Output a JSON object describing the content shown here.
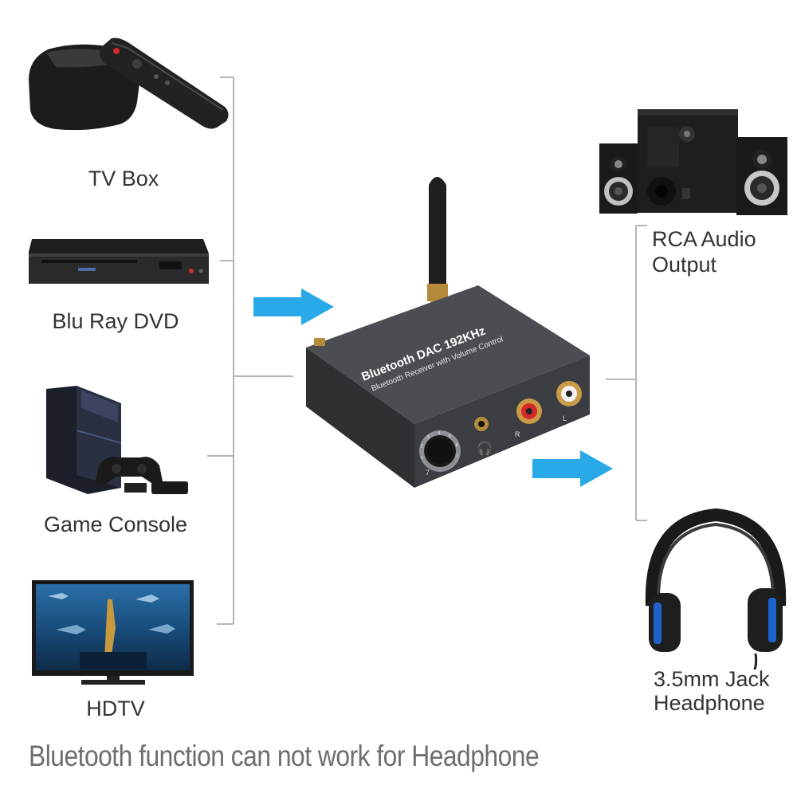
{
  "sources": [
    {
      "label": "TV Box"
    },
    {
      "label": "Blu Ray DVD"
    },
    {
      "label": "Game Console"
    },
    {
      "label": "HDTV"
    }
  ],
  "outputs": [
    {
      "label_line1": "RCA Audio",
      "label_line2": "Output"
    },
    {
      "label_line1": "3.5mm Jack",
      "label_line2": "Headphone"
    }
  ],
  "device": {
    "title": "Bluetooth DAC 192KHz",
    "subtitle": "Bluetooth Receiver with Volume Control",
    "port_r": "R",
    "port_l": "L",
    "knob_marks": [
      "1",
      "2",
      "3",
      "4",
      "5",
      "6",
      "7"
    ],
    "knob_max": "7"
  },
  "footer": {
    "text": "Bluetooth function can not work for Headphone"
  },
  "colors": {
    "arrow": "#29a9e8",
    "line": "#b5b5b5",
    "device_body": "#3a3d42",
    "accent_blue": "#1e63c9"
  }
}
